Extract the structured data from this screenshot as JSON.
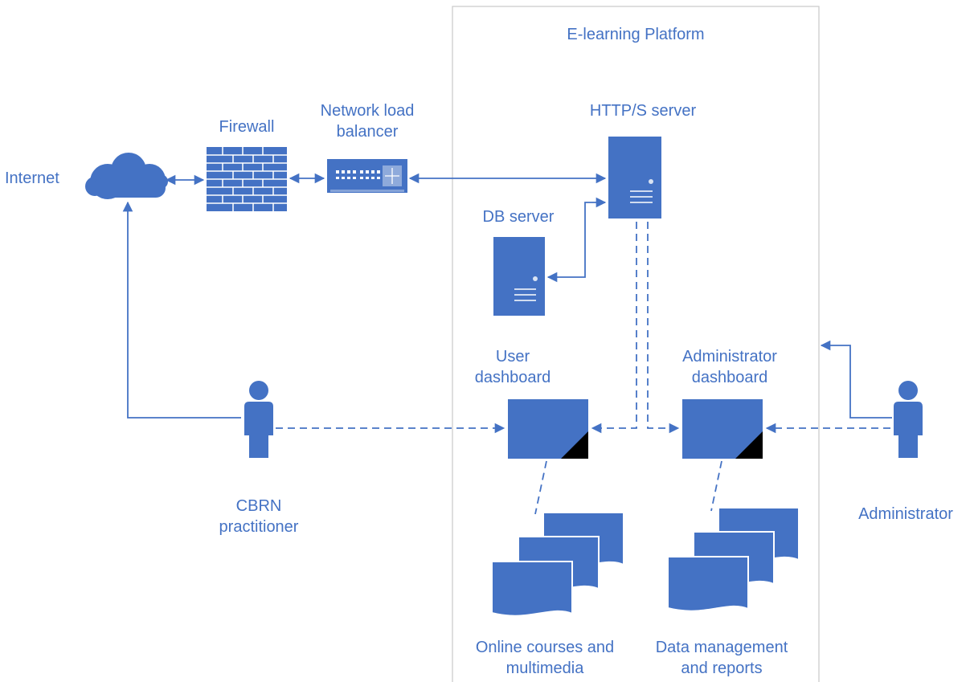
{
  "platform": {
    "title": "E-learning Platform"
  },
  "nodes": {
    "internet": {
      "label": "Internet",
      "icon": "cloud-icon"
    },
    "firewall": {
      "label": "Firewall",
      "icon": "brick-wall-icon"
    },
    "load_balancer": {
      "label_line1": "Network load",
      "label_line2": "balancer",
      "icon": "load-balancer-icon"
    },
    "http_server": {
      "label": "HTTP/S server",
      "icon": "server-icon"
    },
    "db_server": {
      "label": "DB server",
      "icon": "server-icon"
    },
    "user_dashboard": {
      "label_line1": "User",
      "label_line2": "dashboard",
      "icon": "dashboard-icon"
    },
    "admin_dashboard": {
      "label_line1": "Administrator",
      "label_line2": "dashboard",
      "icon": "dashboard-icon"
    },
    "practitioner": {
      "label_line1": "CBRN",
      "label_line2": "practitioner",
      "icon": "person-icon"
    },
    "administrator": {
      "label": "Administrator",
      "icon": "person-icon"
    },
    "courses": {
      "label_line1": "Online courses and",
      "label_line2": "multimedia",
      "icon": "documents-icon"
    },
    "reports": {
      "label_line1": "Data management",
      "label_line2": "and reports",
      "icon": "documents-icon"
    }
  },
  "colors": {
    "accent": "#4472c4",
    "fill": "#4472c4",
    "border": "#c9c9c9",
    "light": "#ffffff",
    "dark": "#000000"
  }
}
